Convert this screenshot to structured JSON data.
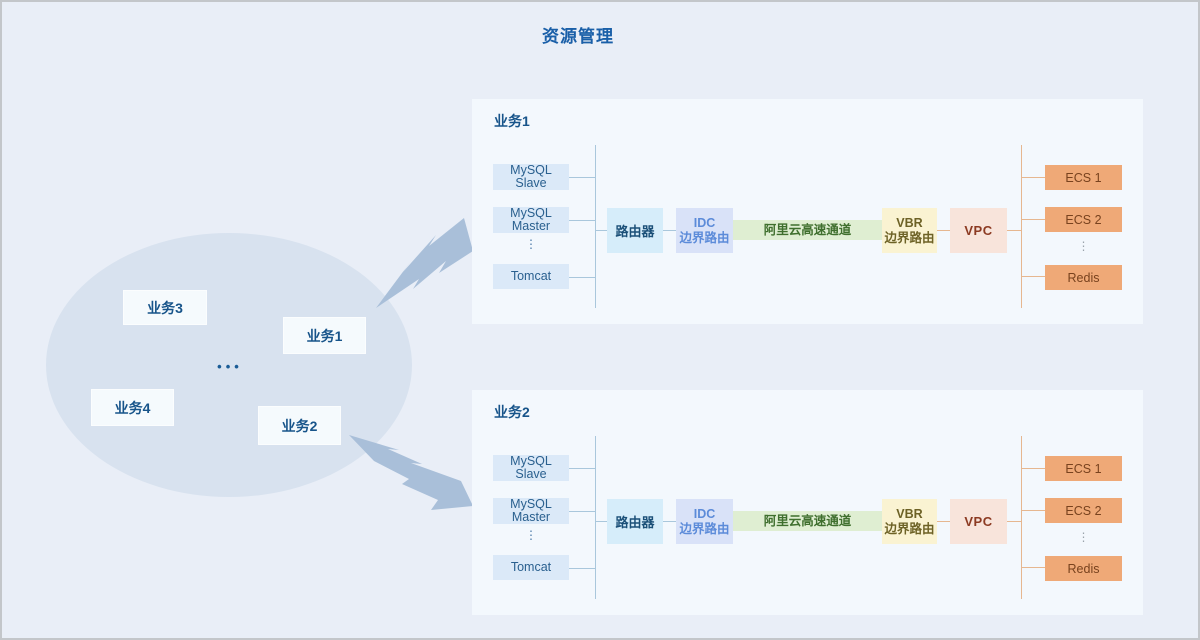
{
  "title": "资源管理",
  "cluster": {
    "items": [
      {
        "id": "biz3",
        "label": "业务3"
      },
      {
        "id": "biz1",
        "label": "业务1"
      },
      {
        "id": "biz4",
        "label": "业务4"
      },
      {
        "id": "biz2",
        "label": "业务2"
      }
    ],
    "ellipsis": "•••"
  },
  "panels": [
    {
      "title": "业务1",
      "idc_nodes": [
        {
          "line1": "MySQL",
          "line2": "Slave"
        },
        {
          "line1": "MySQL",
          "line2": "Master"
        },
        {
          "line1": "Tomcat"
        }
      ],
      "idc_ellipsis": "⋮",
      "router_label": "路由器",
      "idc_border": {
        "line1": "IDC",
        "line2": "边界路由"
      },
      "channel_label": "阿里云高速通道",
      "vbr": {
        "line1": "VBR",
        "line2": "边界路由"
      },
      "vpc_label": "VPC",
      "cloud_nodes": [
        "ECS 1",
        "ECS 2",
        "Redis"
      ],
      "cloud_ellipsis": "⋮"
    },
    {
      "title": "业务2",
      "idc_nodes": [
        {
          "line1": "MySQL",
          "line2": "Slave"
        },
        {
          "line1": "MySQL",
          "line2": "Master"
        },
        {
          "line1": "Tomcat"
        }
      ],
      "idc_ellipsis": "⋮",
      "router_label": "路由器",
      "idc_border": {
        "line1": "IDC",
        "line2": "边界路由"
      },
      "channel_label": "阿里云高速通道",
      "vbr": {
        "line1": "VBR",
        "line2": "边界路由"
      },
      "vpc_label": "VPC",
      "cloud_nodes": [
        "ECS 1",
        "ECS 2",
        "Redis"
      ],
      "cloud_ellipsis": "⋮"
    }
  ],
  "colors": {
    "page_bg": "#e9eef7",
    "panel_bg": "#f3f8fd",
    "ellipse_fill": "#d8e2ef",
    "title_text": "#1a5fa8",
    "idc_node_bg": "#dbe9f8",
    "router_bg": "#d6edfa",
    "idc_border_bg": "#d9e2f8",
    "channel_bg": "#dfeed2",
    "vbr_bg": "#faf3d2",
    "vpc_bg": "#f8e4db",
    "cloud_node_bg": "#efa977",
    "bolt_fill": "#a9bfd9",
    "idc_line": "#a9c7dc",
    "cloud_line": "#e6b790"
  }
}
